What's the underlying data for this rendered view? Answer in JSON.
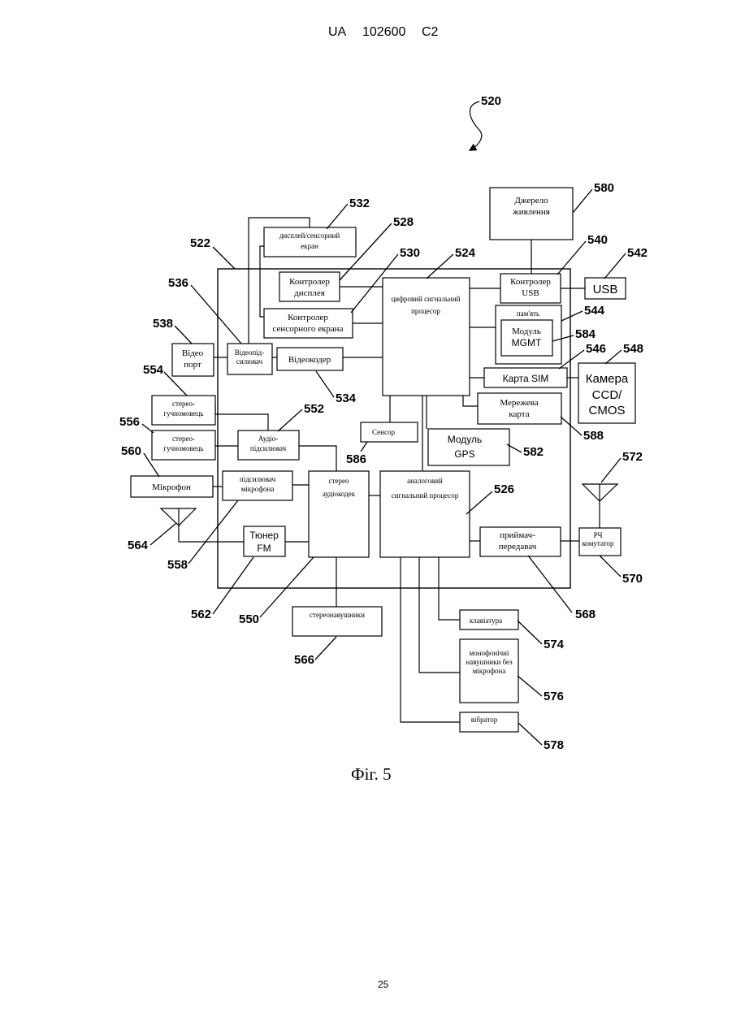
{
  "header": {
    "country": "UA",
    "number": "102600",
    "kind": "C2"
  },
  "figure": {
    "caption": "Фіг. 5",
    "system_ref": "520",
    "board_ref": "522",
    "blocks": {
      "display": [
        "дисплей/сенсорний",
        "екран"
      ],
      "display_controller": [
        "Контролер",
        "дисплея"
      ],
      "touch_controller": [
        "Контролер",
        "сенсорного екрана"
      ],
      "dsp": [
        "цифровий сигнальний",
        "процесор"
      ],
      "power": [
        "Джерело",
        "живлення"
      ],
      "usb_controller": [
        "Контролер",
        "USB"
      ],
      "usb": "USB",
      "memory": "пам'ять",
      "mgmt": [
        "Модуль",
        "MGMT"
      ],
      "sim": "Карта SIM",
      "camera": [
        "Камера",
        "CCD/",
        "CMOS"
      ],
      "network": [
        "Мережева",
        "карта"
      ],
      "video_port": [
        "Відео",
        "порт"
      ],
      "video_amp": [
        "Відеопід-",
        "силювач"
      ],
      "video_encoder": "Відеокодер",
      "speaker1": [
        "стерео-",
        "гучномовець"
      ],
      "speaker2": [
        "стерео-",
        "гучномовець"
      ],
      "audio_amp": [
        "Аудіо-",
        "підсилювач"
      ],
      "sensor": "Сенсор",
      "gps": [
        "Модуль",
        "GPS"
      ],
      "microphone": "Мікрофон",
      "mic_amp": [
        "підсилювач",
        "мікрофона"
      ],
      "stereo_codec": [
        "стерео",
        "аудіокодек"
      ],
      "asp": [
        "аналоговий",
        "сигнальний процесор"
      ],
      "transceiver": [
        "приймач-",
        "передавач"
      ],
      "rf_switch": [
        "РЧ",
        "комутатор"
      ],
      "fm_tuner": [
        "Тюнер",
        "FM"
      ],
      "headphones": "стереонавушники",
      "keyboard": "клавіатура",
      "mono_headset": [
        "монофонічні",
        "навушники без",
        "мікрофона"
      ],
      "vibrator": "вібратор"
    },
    "refs": {
      "display": "532",
      "display_controller": "528",
      "touch_controller": "530",
      "dsp": "524",
      "power": "580",
      "usb_controller": "540",
      "usb": "542",
      "memory": "544",
      "mgmt": "584",
      "sim": "546",
      "camera": "548",
      "network": "588",
      "video_port": "538",
      "video_amp": "536",
      "video_encoder": "534",
      "speaker1": "554",
      "speaker2": "556",
      "audio_amp": "552",
      "sensor": "586",
      "gps": "582",
      "microphone": "560",
      "mic_amp": "558",
      "stereo_codec": "550",
      "asp": "526",
      "transceiver": "568",
      "rf_switch": "570",
      "antenna_rf": "572",
      "fm_tuner": "562",
      "antenna_fm": "564",
      "headphones": "566",
      "keyboard": "574",
      "mono_headset": "576",
      "vibrator": "578"
    }
  },
  "footer": {
    "page_number": "25"
  }
}
